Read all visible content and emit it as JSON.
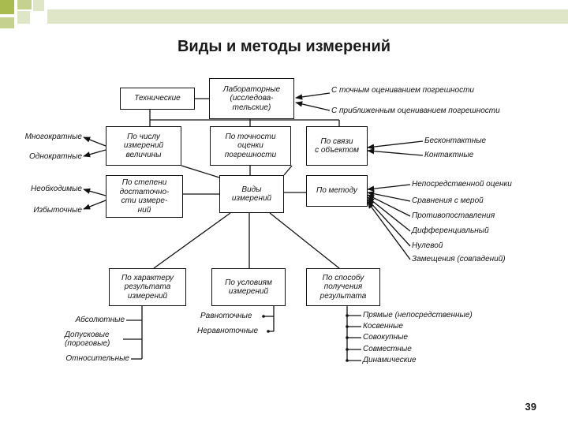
{
  "header": {
    "title": "Виды и методы измерений"
  },
  "footer": {
    "page_number": "39"
  },
  "colors": {
    "decor_square": "#a9bb4f",
    "decor_bar": "#dfe6c8",
    "ink": "#111111"
  },
  "boxes": {
    "center": "Виды\nизмерений",
    "technical": "Технические",
    "laboratory": "Лабораторные\n(исследова-\nтельские)",
    "count": "По числу\nизмерений\nвеличины",
    "accuracy": "По точности\nоценки\nпогрешности",
    "connection": "По связи\nс объектом",
    "sufficiency": "По степени\nдостаточно-\nсти измере-\nний",
    "method": "По методу",
    "result_character": "По характеру\nрезультата\nизмерений",
    "conditions": "По условиям\nизмерений",
    "obtaining": "По способу\nполучения\nрезультата"
  },
  "labels": {
    "exact_error": "С точным оцениванием погрешности",
    "approx_error": "С приближенным оцениванием погрешности",
    "multiple": "Многократные",
    "single": "Однократные",
    "contactless": "Бесконтактные",
    "contact": "Контактные",
    "necessary": "Необходимые",
    "redundant": "Избыточные",
    "methods": [
      "Непосредственной оценки",
      "Сравнения с мерой",
      "Противопоставления",
      "Дифференциальный",
      "Нулевой",
      "Замещения (совпадений)"
    ],
    "absolute": "Абсолютные",
    "tolerance": "Допусковые\n(пороговые)",
    "relative": "Относительные",
    "equal_accuracy": "Равноточные",
    "unequal_accuracy": "Неравноточные",
    "obtaining_types": [
      "Прямые (непосредственные)",
      "Косвенные",
      "Совокупные",
      "Совместные",
      "Динамические"
    ]
  }
}
